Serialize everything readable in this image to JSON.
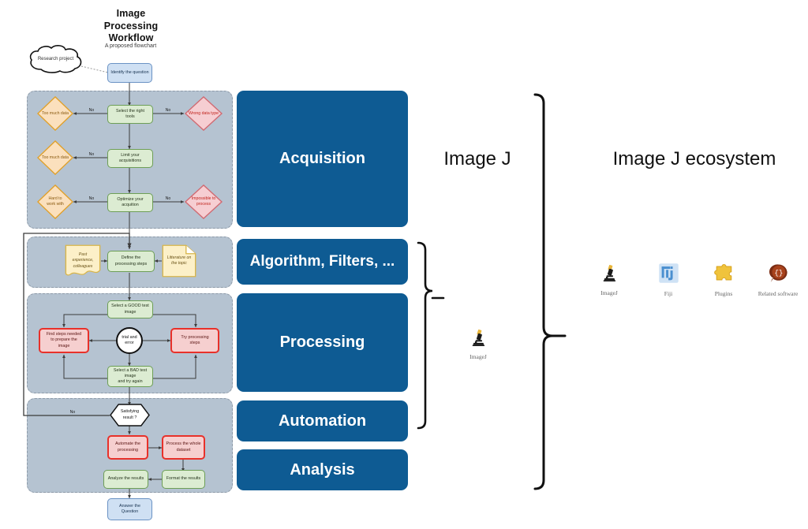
{
  "workflow": {
    "title": "Image\nProcessing\nWorkflow",
    "title_line1": "Image",
    "title_line2": "Processing",
    "title_line3": "Workflow",
    "subtitle": "A proposed flowchart",
    "cloud": "Research project",
    "start": "Identify the\nquestion",
    "end": "Answer the\nQuestion",
    "edge_label_no": "No"
  },
  "groups": [
    {
      "id": "acquisition",
      "label": "Acquisition"
    },
    {
      "id": "algorithm",
      "label": "Algorithm, Filters, ..."
    },
    {
      "id": "processing",
      "label": "Processing"
    },
    {
      "id": "automation",
      "label": "Automation"
    },
    {
      "id": "analysis",
      "label": "Analysis"
    }
  ],
  "nodes": {
    "start": "Identify the question",
    "select_tools": "Select the right\ntools",
    "too_much_data_1": "Too much data",
    "wrong_data_type": "Wrong data type",
    "limit_acq": "Limit your\nacquisitions",
    "too_much_data_2": "Too much data",
    "optimize_acq": "Optimize your\nacquition",
    "hard_to_work": "Hard to\nwork with",
    "impossible": "Impossible to\nprocess",
    "define_steps": "Define the\nprocessing steps",
    "past_experience": "Past\nexperience,\ncolleagues",
    "literature": "Litterature on\nthe topic",
    "good_test_image": "Select a GOOD test\nimage",
    "trial_and_error": "trial and\nerror",
    "find_steps": "Find steps needed\nto prepare the\nimage",
    "try_processing": "Try processing\nsteps",
    "bad_test_image": "Select a BAD test\nimage\nand try again",
    "satisfying": "Satisfying\nresult ?",
    "automate": "Automate the\nprocessing",
    "process_whole": "Process the whole\ndataset",
    "analyze_results": "Analyze the results",
    "format_results": "Format the results",
    "answer": "Answer the\nQuestion"
  },
  "imagej": {
    "title": "Image J",
    "icon_caption": "ImageJ",
    "icon_name": "microscope-icon"
  },
  "ecosystem": {
    "title": "Image J ecosystem",
    "items": [
      {
        "caption": "ImageJ",
        "icon": "microscope-icon"
      },
      {
        "caption": "Fiji",
        "icon": "fiji-logo-icon"
      },
      {
        "caption": "Plugins",
        "icon": "puzzle-piece-icon"
      },
      {
        "caption": "Related software",
        "icon": "code-bubble-icon"
      }
    ]
  },
  "colors": {
    "banner_blue": "#0e5b93",
    "group_gray": "#b5c3d1",
    "green_fill": "#dcecd2",
    "green_stroke": "#6d9e56",
    "red_fill": "#f6cfcf",
    "red_stroke": "#e8312a",
    "blue_fill": "#cfe0f3",
    "blue_stroke": "#6a92c4",
    "orange_fill": "#fbe0bd",
    "orange_stroke": "#e0a02a",
    "pink_fill": "#f6ced2",
    "pink_stroke": "#d06a72",
    "note_fill": "#fcf0c8",
    "note_stroke": "#d8b549"
  }
}
